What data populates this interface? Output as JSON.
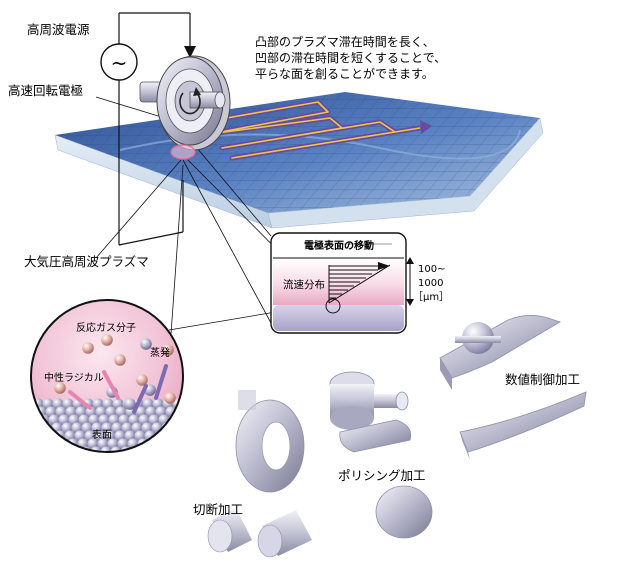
{
  "labels": {
    "rf_source": "高周波電源",
    "electrode": "高速回転電極",
    "plasma": "大気圧高周波プラズマ",
    "ac_symbol": "~"
  },
  "description": {
    "lines": [
      "凸部のプラズマ滞在時間を長く、",
      "凹部の滞在時間を短くすることで、",
      "平らな面を創ることができます。"
    ]
  },
  "inset_box": {
    "title": "電極表面の移動",
    "flow_label": "流速分布",
    "gap_values": [
      "100~",
      "1000"
    ],
    "gap_unit": "［μm］"
  },
  "circle_detail": {
    "reactive_gas": "反応ガス分子",
    "evaporation": "蒸発",
    "neutral_radical": "中性ラジカル",
    "surface": "表面"
  },
  "applications": {
    "nc_machining": "数値制御加工",
    "polishing": "ポリシング加工",
    "cutting": "切断加工"
  },
  "colors": {
    "plate_top": "#3f64a6",
    "plate_side": "#c9d8e8",
    "scan_path": "#6a4aa0",
    "scan_path_inner": "#e9c94a",
    "plasma_ring": "#e06a9a",
    "sphere_fill": "#b9b7d6"
  }
}
